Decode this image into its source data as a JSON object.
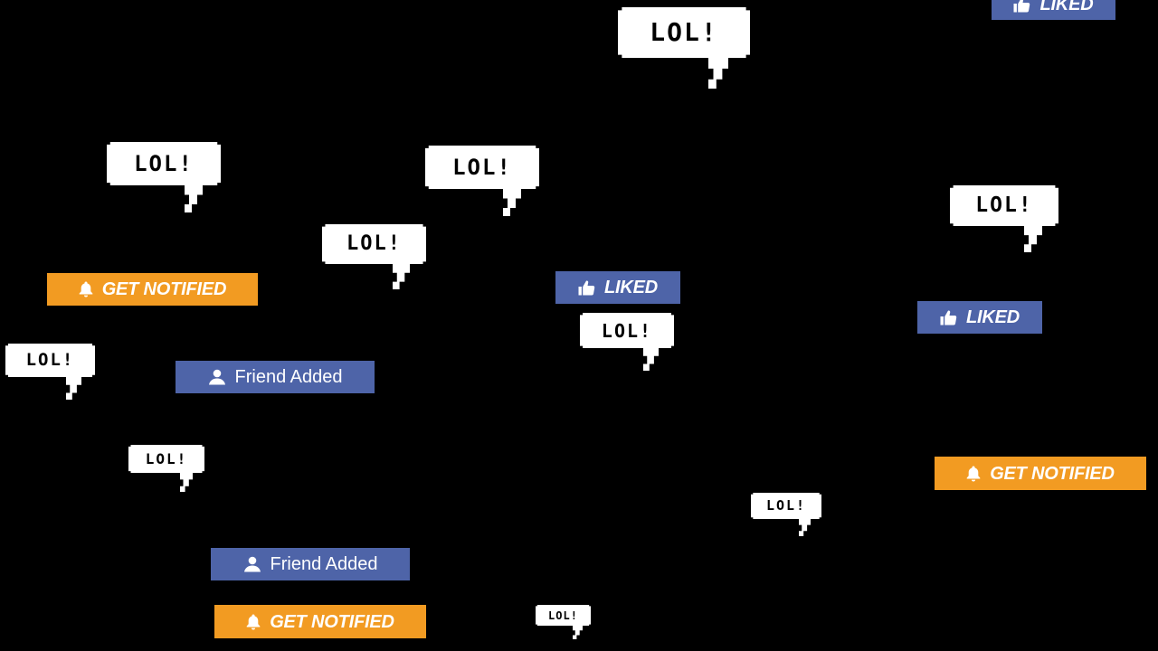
{
  "colors": {
    "background": "#000000",
    "bubble": "#ffffff",
    "notify": "#f29b22",
    "social": "#4e64a8"
  },
  "bubbles": [
    {
      "text": "LOL!"
    },
    {
      "text": "LOL!"
    },
    {
      "text": "LOL!"
    },
    {
      "text": "LOL!"
    },
    {
      "text": "LOL!"
    },
    {
      "text": "LOL!"
    },
    {
      "text": "LOL!"
    },
    {
      "text": "LOL!"
    },
    {
      "text": "LOL!"
    },
    {
      "text": "LOL!"
    }
  ],
  "badges": {
    "get_notified": {
      "label": "GET NOTIFIED",
      "icon": "bell-icon"
    },
    "liked": {
      "label": "LIKED",
      "icon": "thumbs-up-icon"
    },
    "friend_added": {
      "label": "Friend Added",
      "icon": "person-icon"
    }
  }
}
